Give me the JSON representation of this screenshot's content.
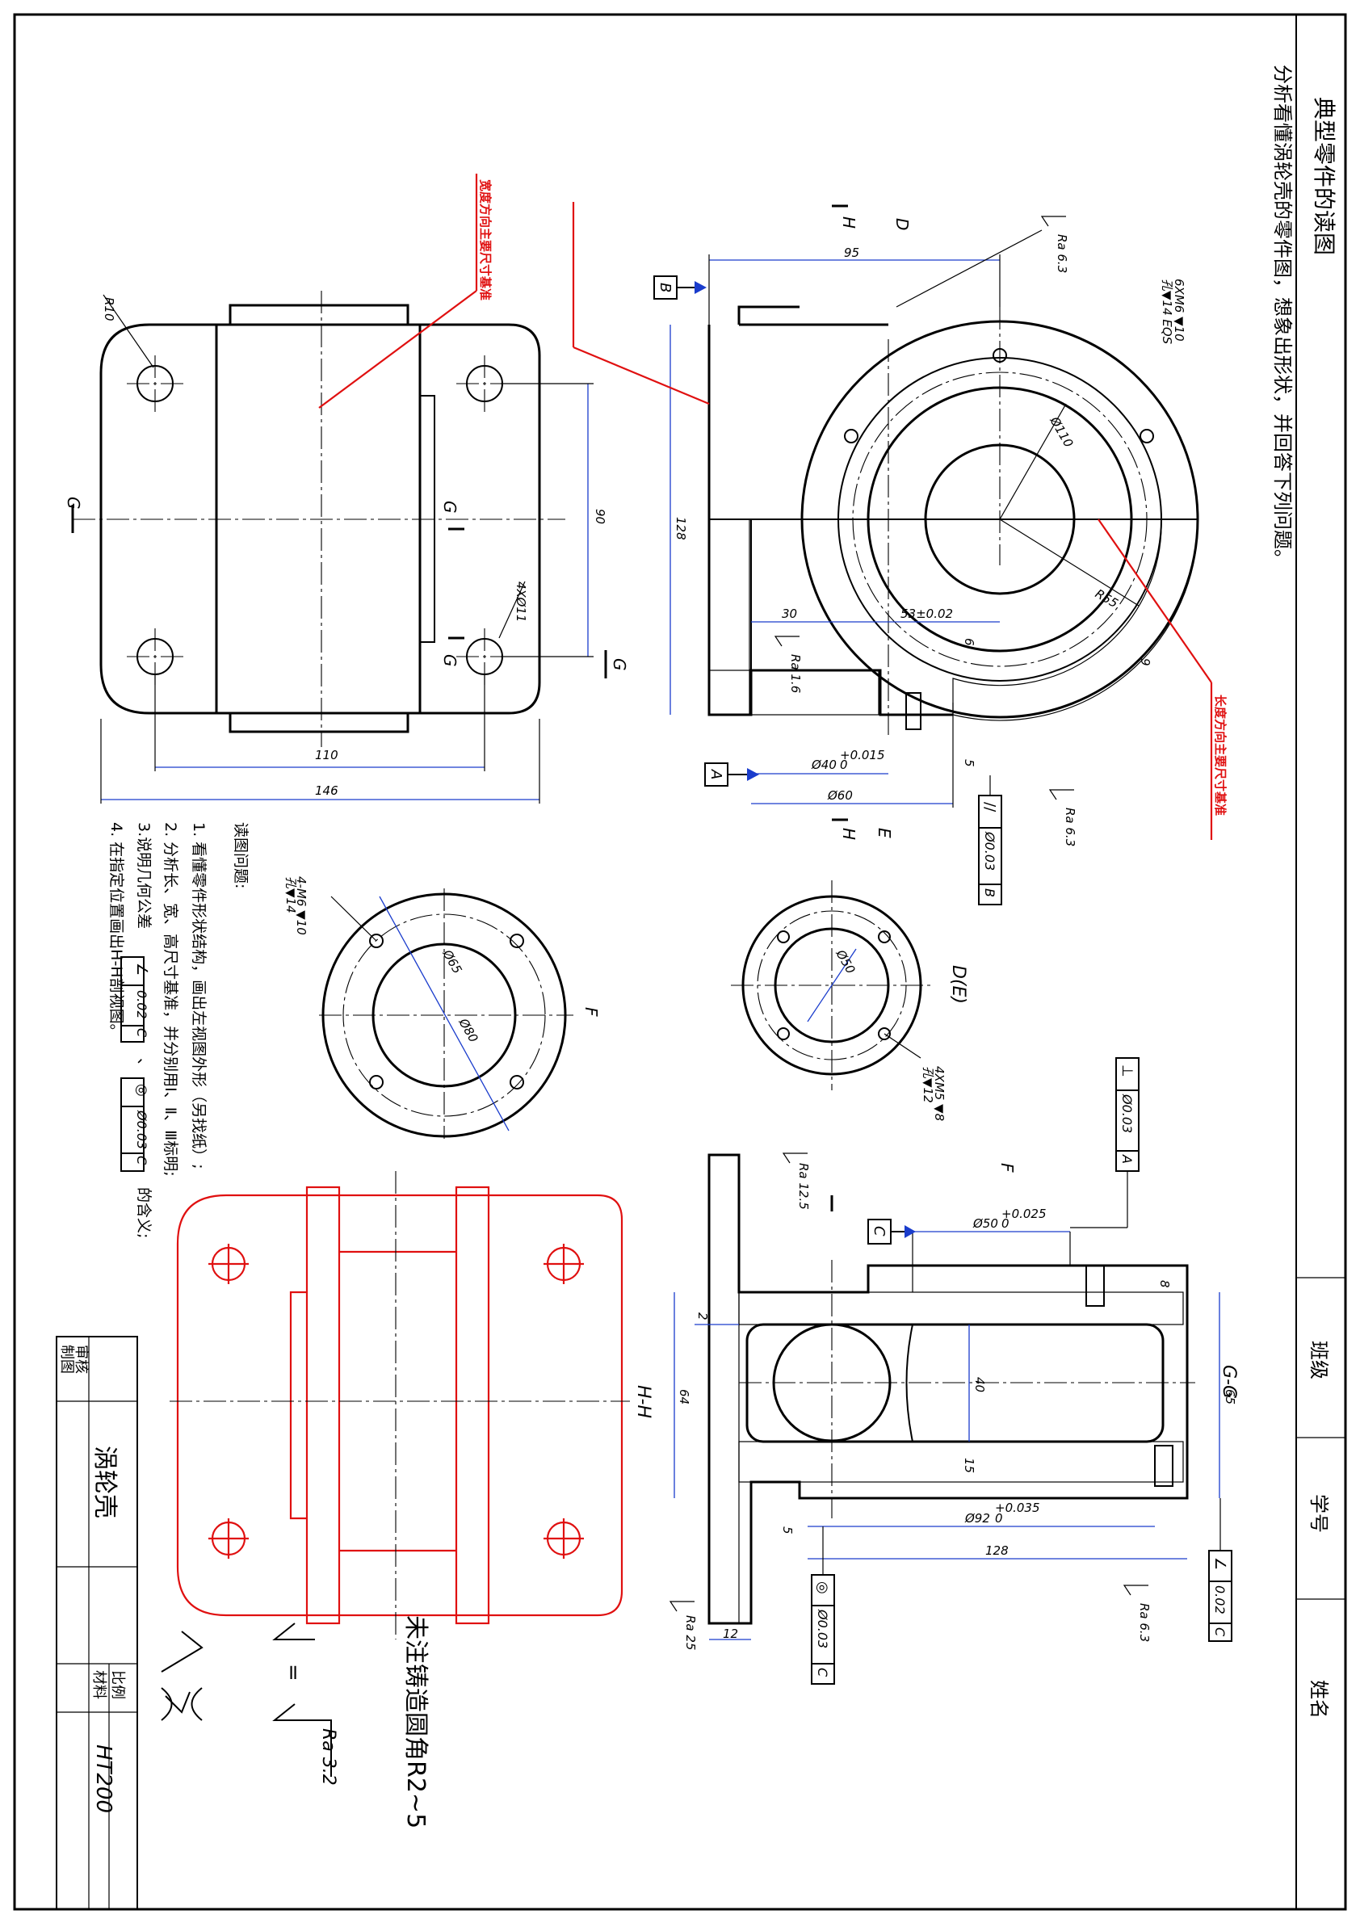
{
  "title": "典型零件的读图",
  "subtitle": "分析看懂涡轮壳的零件图，想象出形状，并回答下列问题。",
  "title_block_top": {
    "class": "班级",
    "student_no": "学号",
    "name": "姓名"
  },
  "title_block": {
    "drafter": "制图",
    "checker": "审核",
    "part_name": "涡轮壳",
    "scale_label": "比例",
    "material_label": "材料",
    "material": "HT200"
  },
  "questions": {
    "heading": "读图问题:",
    "q1": "1. 看懂零件形状结构，画出左视图外形（另找纸）;",
    "q2": "2. 分析长、宽、高尺寸基准，并分别用Ⅰ、Ⅱ、Ⅲ标明;",
    "q3_prefix": "3.说明几何公差",
    "q3_sep": "、",
    "q3_suffix": "的含义;",
    "q4": "4. 在指定位置画出H-H剖视图。"
  },
  "tolerance_frames": {
    "angularity": [
      "∠",
      "0.02",
      "C"
    ],
    "concentricity": [
      "◎",
      "Ø0.03",
      "C"
    ],
    "parallelism": [
      "//",
      "Ø0.03",
      "B"
    ],
    "perpendicularity": [
      "⊥",
      "Ø0.03",
      "A"
    ],
    "angularity2": [
      "∠",
      "0.02",
      "C"
    ],
    "concentricity2": [
      "◎",
      "Ø0.03",
      "C"
    ]
  },
  "datums": {
    "A": "A",
    "B": "B",
    "C": "C"
  },
  "annotations": {
    "width_datum": "宽度方向主要尺寸基准",
    "length_datum": "长度方向主要尺寸基准",
    "casting_note": "未注铸造圆角R2~5",
    "roughness_eq": "=",
    "roughness_ra": "Ra 3.2",
    "view_hh": "H-H",
    "view_gg": "G-G",
    "view_de": "D(E)",
    "label_f": "F",
    "label_g": "G",
    "label_h": "H",
    "label_d": "D",
    "label_e": "E"
  },
  "dimensions": {
    "d95": "95",
    "d128": "128",
    "d30": "30",
    "d53": "53±0.02",
    "d6": "6",
    "d40": "Ø40",
    "d40tol": "+0.015",
    "d40tol0": "0",
    "d60": "Ø60",
    "d5": "5",
    "d110": "Ø110",
    "r55": "R55",
    "d9": "9",
    "r10": "R10",
    "d90": "90",
    "hole4": "4XØ11",
    "d110h": "110",
    "d146": "146",
    "ra63": "Ra 6.3",
    "ra16": "Ra 1.6",
    "ra125": "Ra 12.5",
    "ra25": "Ra 25",
    "thread6": "6XM6 ▼10",
    "thread6b": "孔▼14 EQS",
    "thread4m6": "4-M6 ▼10",
    "thread4m6b": "孔▼14",
    "d65": "Ø65",
    "d80": "Ø80",
    "d50": "Ø50",
    "thread4m5": "4XM5 ▼8",
    "thread4m5b": "孔▼12",
    "d50tol": "Ø50",
    "d50tolv": "+0.025",
    "d50tol0": "0",
    "d8": "8",
    "d2": "2",
    "d64": "64",
    "d40b": "40",
    "d15": "15",
    "d92": "Ø92",
    "d92tol": "+0.035",
    "d92tol0": "0",
    "d128b": "128",
    "d65b": "65",
    "d12": "12",
    "d5b": "5"
  }
}
